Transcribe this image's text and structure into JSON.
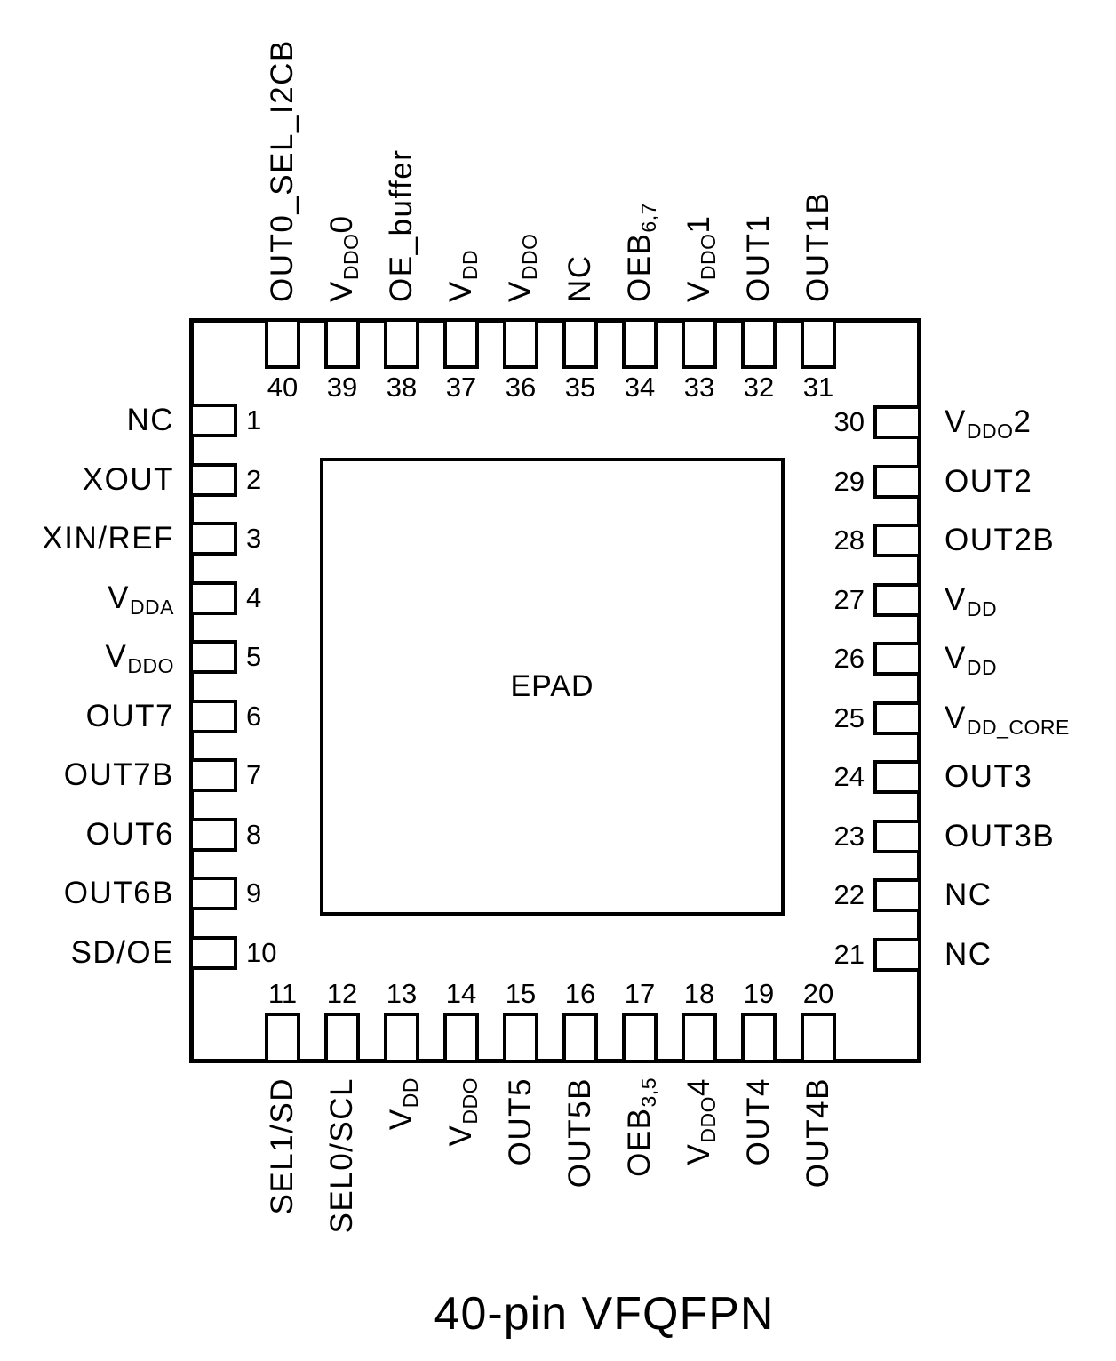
{
  "caption": "40-pin VFQFPN",
  "epad_label": "EPAD",
  "colors": {
    "line": "#000000",
    "text": "#000000",
    "background": "#ffffff"
  },
  "pins": {
    "top": [
      {
        "num": "40",
        "label": [
          {
            "t": "OUT0_SEL_I2CB"
          }
        ]
      },
      {
        "num": "39",
        "label": [
          {
            "t": "V"
          },
          {
            "t": "DDO",
            "sub": true
          },
          {
            "t": "0"
          }
        ]
      },
      {
        "num": "38",
        "label": [
          {
            "t": "OE_buffer"
          }
        ]
      },
      {
        "num": "37",
        "label": [
          {
            "t": "V"
          },
          {
            "t": "DD",
            "sub": true
          }
        ]
      },
      {
        "num": "36",
        "label": [
          {
            "t": "V"
          },
          {
            "t": "DDO",
            "sub": true
          }
        ]
      },
      {
        "num": "35",
        "label": [
          {
            "t": "NC"
          }
        ]
      },
      {
        "num": "34",
        "label": [
          {
            "t": "OEB"
          },
          {
            "t": "6,7",
            "sub": true
          }
        ]
      },
      {
        "num": "33",
        "label": [
          {
            "t": "V"
          },
          {
            "t": "DDO",
            "sub": true
          },
          {
            "t": "1"
          }
        ]
      },
      {
        "num": "32",
        "label": [
          {
            "t": "OUT1"
          }
        ]
      },
      {
        "num": "31",
        "label": [
          {
            "t": "OUT1B"
          }
        ]
      }
    ],
    "left": [
      {
        "num": "1",
        "label": [
          {
            "t": "NC"
          }
        ]
      },
      {
        "num": "2",
        "label": [
          {
            "t": "XOUT"
          }
        ]
      },
      {
        "num": "3",
        "label": [
          {
            "t": "XIN/REF"
          }
        ]
      },
      {
        "num": "4",
        "label": [
          {
            "t": "V"
          },
          {
            "t": "DDA",
            "sub": true
          }
        ]
      },
      {
        "num": "5",
        "label": [
          {
            "t": "V"
          },
          {
            "t": "DDO",
            "sub": true
          }
        ]
      },
      {
        "num": "6",
        "label": [
          {
            "t": "OUT7"
          }
        ]
      },
      {
        "num": "7",
        "label": [
          {
            "t": "OUT7B"
          }
        ]
      },
      {
        "num": "8",
        "label": [
          {
            "t": "OUT6"
          }
        ]
      },
      {
        "num": "9",
        "label": [
          {
            "t": "OUT6B"
          }
        ]
      },
      {
        "num": "10",
        "label": [
          {
            "t": "SD/OE"
          }
        ]
      }
    ],
    "right": [
      {
        "num": "30",
        "label": [
          {
            "t": "V"
          },
          {
            "t": "DDO",
            "sub": true
          },
          {
            "t": "2"
          }
        ]
      },
      {
        "num": "29",
        "label": [
          {
            "t": "OUT2"
          }
        ]
      },
      {
        "num": "28",
        "label": [
          {
            "t": "OUT2B"
          }
        ]
      },
      {
        "num": "27",
        "label": [
          {
            "t": "V"
          },
          {
            "t": "DD",
            "sub": true
          }
        ]
      },
      {
        "num": "26",
        "label": [
          {
            "t": "V"
          },
          {
            "t": "DD",
            "sub": true
          }
        ]
      },
      {
        "num": "25",
        "label": [
          {
            "t": "V"
          },
          {
            "t": "DD_CORE",
            "sub": true
          }
        ]
      },
      {
        "num": "24",
        "label": [
          {
            "t": "OUT3"
          }
        ]
      },
      {
        "num": "23",
        "label": [
          {
            "t": "OUT3B"
          }
        ]
      },
      {
        "num": "22",
        "label": [
          {
            "t": "NC"
          }
        ]
      },
      {
        "num": "21",
        "label": [
          {
            "t": "NC"
          }
        ]
      }
    ],
    "bottom": [
      {
        "num": "11",
        "label": [
          {
            "t": "SEL1/SD"
          }
        ]
      },
      {
        "num": "12",
        "label": [
          {
            "t": "SEL0/SCL"
          }
        ]
      },
      {
        "num": "13",
        "label": [
          {
            "t": "V"
          },
          {
            "t": "DD",
            "sub": true
          }
        ]
      },
      {
        "num": "14",
        "label": [
          {
            "t": "V"
          },
          {
            "t": "DDO",
            "sub": true
          }
        ]
      },
      {
        "num": "15",
        "label": [
          {
            "t": "OUT5"
          }
        ]
      },
      {
        "num": "16",
        "label": [
          {
            "t": "OUT5B"
          }
        ]
      },
      {
        "num": "17",
        "label": [
          {
            "t": "OEB"
          },
          {
            "t": "3,5",
            "sub": true
          }
        ]
      },
      {
        "num": "18",
        "label": [
          {
            "t": "V"
          },
          {
            "t": "DDO",
            "sub": true
          },
          {
            "t": "4"
          }
        ]
      },
      {
        "num": "19",
        "label": [
          {
            "t": "OUT4"
          }
        ]
      },
      {
        "num": "20",
        "label": [
          {
            "t": "OUT4B"
          }
        ]
      }
    ]
  }
}
